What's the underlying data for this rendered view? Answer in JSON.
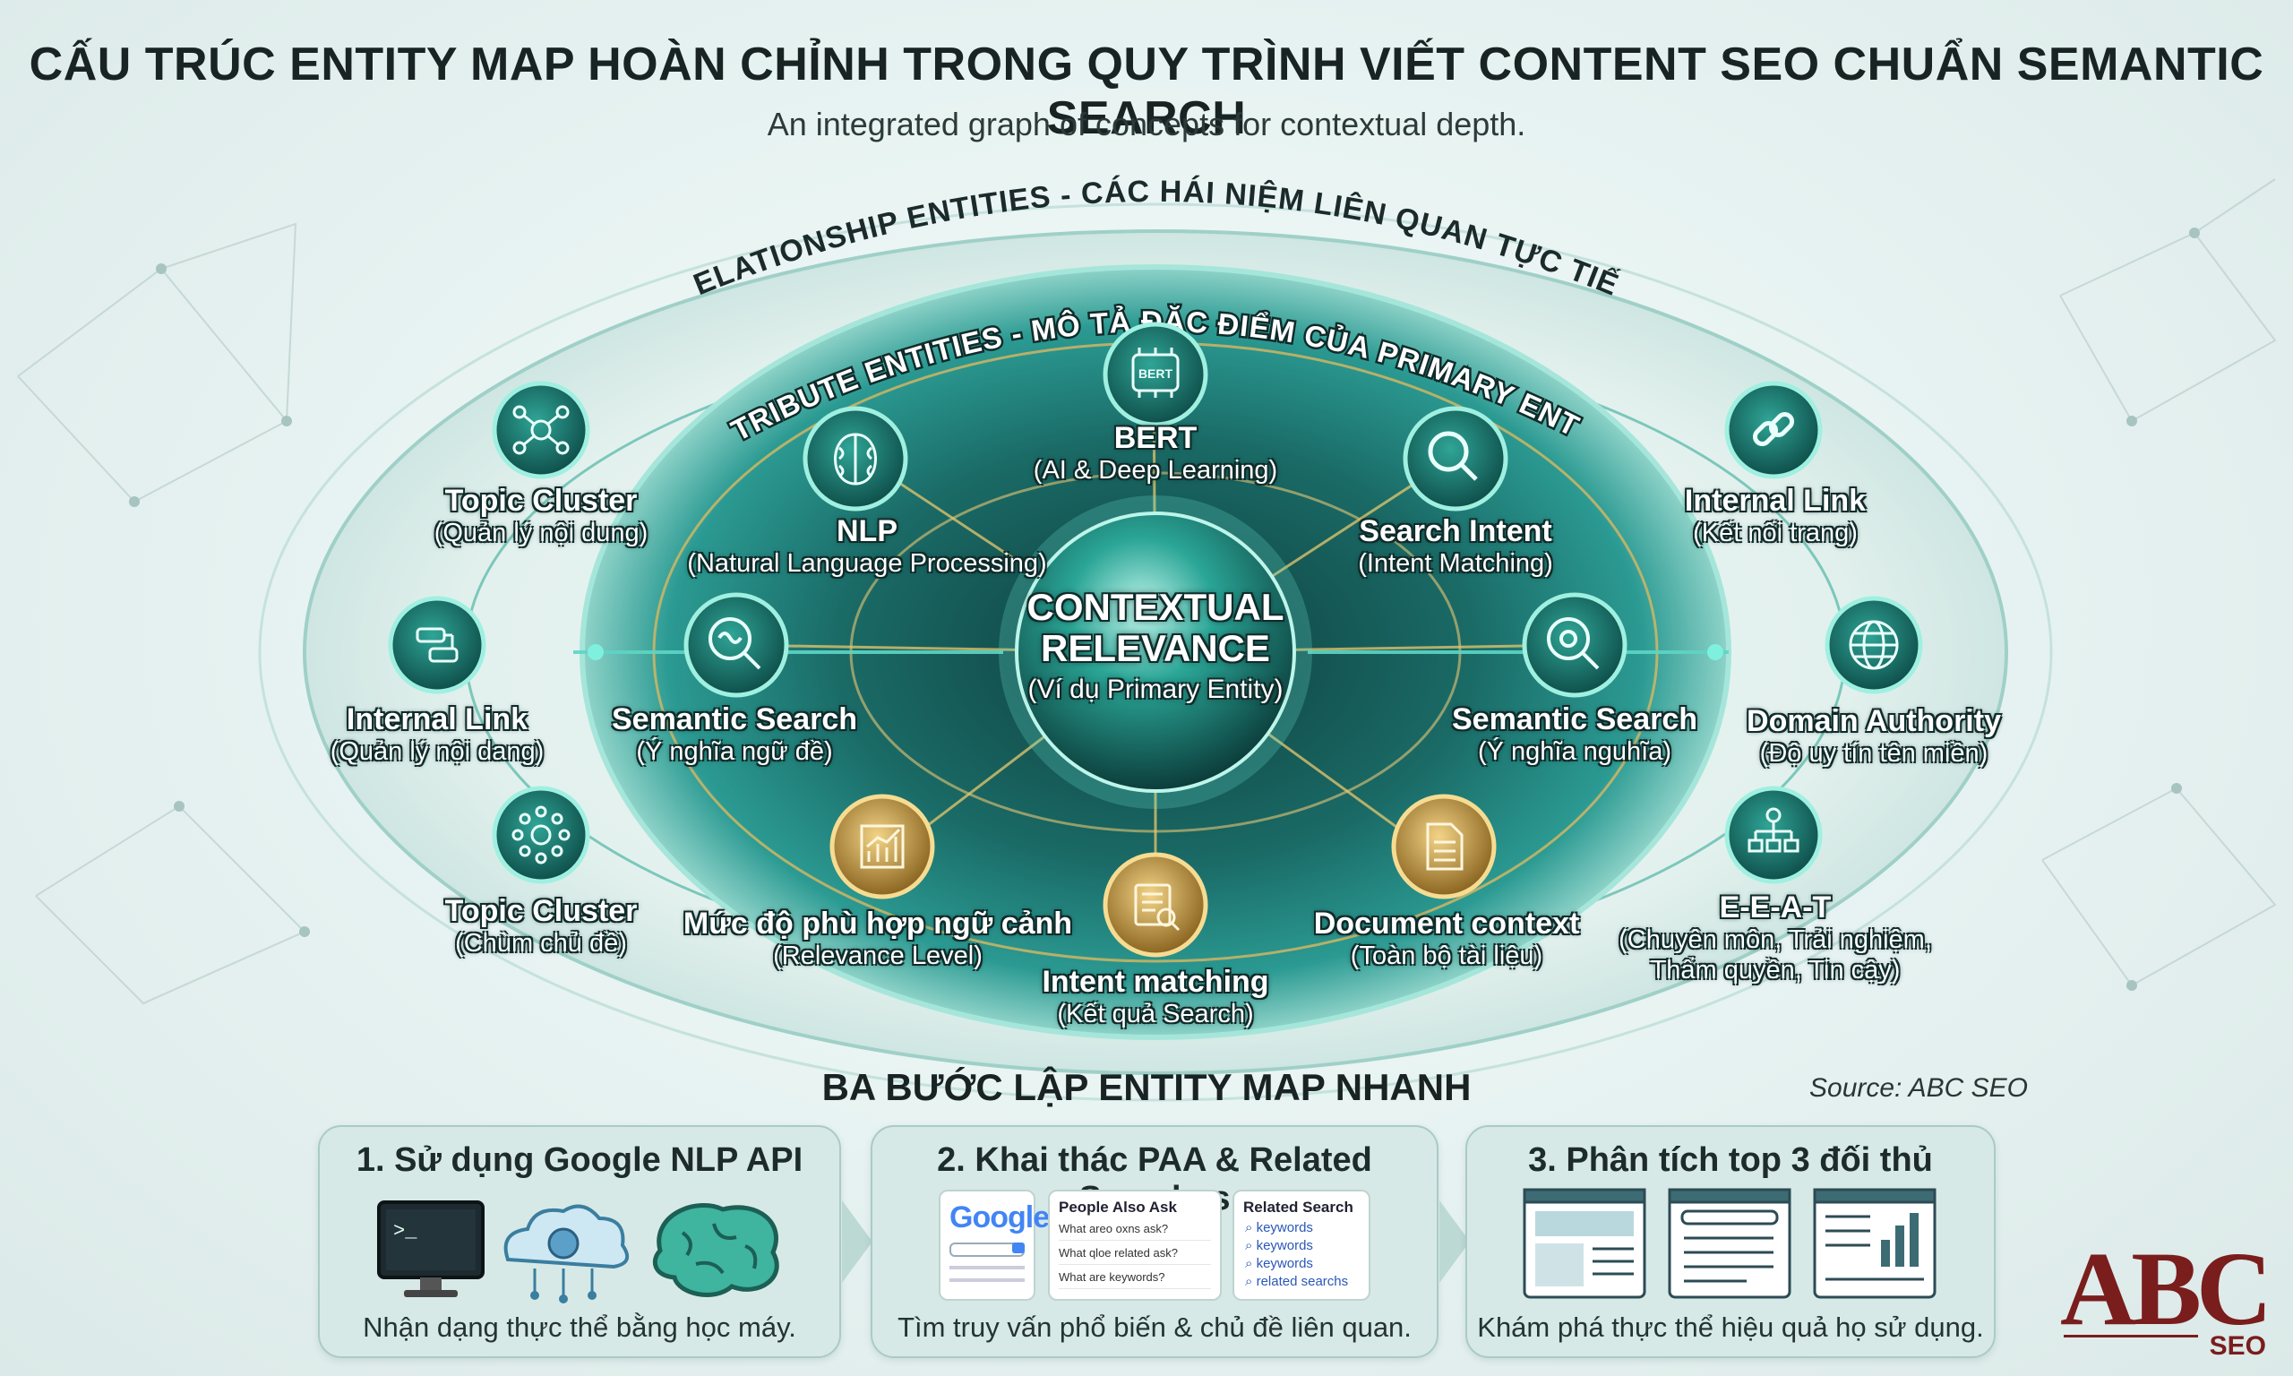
{
  "header": {
    "title": "CẤU TRÚC ENTITY MAP HOÀN CHỈNH TRONG QUY TRÌNH VIẾT CONTENT SEO CHUẨN SEMANTIC SEARCH",
    "subtitle": "An integrated graph of concepts for contextual depth."
  },
  "rings": {
    "relationship": "RELATIONSHIP ENTITIES - CÁC HÁI NIỆM LIÊN QUAN TỰC TIẾP",
    "attribute": "ATTRIBUTE ENTITIES - MÔ TẢ ĐẶC ĐIỂM CỦA PRIMARY ENTITY"
  },
  "center": {
    "title_line1": "CONTEXTUAL",
    "title_line2": "RELEVANCE",
    "subtitle": "(Ví dụ Primary Entity)"
  },
  "attribute_nodes": [
    {
      "id": "bert",
      "title": "BERT",
      "subtitle": "(AI & Deep Learning)",
      "icon": "chip-icon"
    },
    {
      "id": "nlp",
      "title": "NLP",
      "subtitle": "(Natural Language Processing)",
      "icon": "brain-icon"
    },
    {
      "id": "search-intent",
      "title": "Search Intent",
      "subtitle": "(Intent Matching)",
      "icon": "magnifier-icon"
    },
    {
      "id": "semantic-search-left",
      "title": "Semantic Search",
      "subtitle": "(Ý nghĩa ngữ đề)",
      "icon": "search-brain-icon"
    },
    {
      "id": "semantic-search-right",
      "title": "Semantic Search",
      "subtitle": "(Ý nghĩa nguhĩa)",
      "icon": "search-gear-icon"
    },
    {
      "id": "relevance-level",
      "title": "Mức độ phù hợp ngữ cảnh",
      "subtitle": "(Relevance Level)",
      "icon": "chart-icon"
    },
    {
      "id": "intent-matching",
      "title": "Intent matching",
      "subtitle": "(Kết quả Search)",
      "icon": "document-search-icon"
    },
    {
      "id": "document-context",
      "title": "Document context",
      "subtitle": "(Toàn bộ tài liệu)",
      "icon": "document-icon"
    }
  ],
  "relationship_nodes": [
    {
      "id": "topic-cluster-top",
      "title": "Topic Cluster",
      "subtitle": "(Quản lý nội dung)",
      "icon": "network-icon"
    },
    {
      "id": "internal-link-left",
      "title": "Internal Link",
      "subtitle": "(Quản lý nội dang)",
      "icon": "link-blocks-icon"
    },
    {
      "id": "topic-cluster-bottom",
      "title": "Topic Cluster",
      "subtitle": "(Chùm chủ đề)",
      "icon": "hub-icon"
    },
    {
      "id": "internal-link-right",
      "title": "Internal Link",
      "subtitle": "(Kết nối trang)",
      "icon": "chain-icon"
    },
    {
      "id": "domain-authority",
      "title": "Domain Authority",
      "subtitle": "(Độ uy tín tên miền)",
      "icon": "globe-icon"
    },
    {
      "id": "eeat",
      "title": "E-E-A-T",
      "subtitle_line1": "(Chuyên môn, Trải nghiệm,",
      "subtitle_line2": "Thẩm quyền, Tin cậy)",
      "icon": "org-chart-icon"
    }
  ],
  "steps_section": {
    "title": "BA BƯỚC LẬP ENTITY MAP NHANH",
    "source": "Source: ABC SEO",
    "steps": [
      {
        "title": "1. Sử dụng Google NLP API",
        "desc": "Nhận dạng thực thể bằng học máy."
      },
      {
        "title": "2. Khai thác PAA & Related Searches",
        "desc": "Tìm truy vấn phổ biến & chủ đề liên quan."
      },
      {
        "title": "3. Phân tích top 3 đối thủ",
        "desc": "Khám phá thực thể hiệu quả họ sử dụng."
      }
    ],
    "google_card": {
      "logo": "Google"
    },
    "paa_card": {
      "header": "People Also Ask",
      "rows": [
        "What areo oxns ask?",
        "What qloe related ask?",
        "What are keywords?"
      ]
    },
    "related_card": {
      "header": "Related Search",
      "keywords": [
        "keywords",
        "keywords",
        "keywords",
        "related searchs"
      ]
    }
  },
  "logo": {
    "brand": "ABC",
    "sub": "SEO"
  },
  "colors": {
    "accent_teal": "#18b7a5",
    "deep_teal": "#0e4b49",
    "gold": "#e7b84a",
    "brand_red": "#7a1d1d"
  }
}
